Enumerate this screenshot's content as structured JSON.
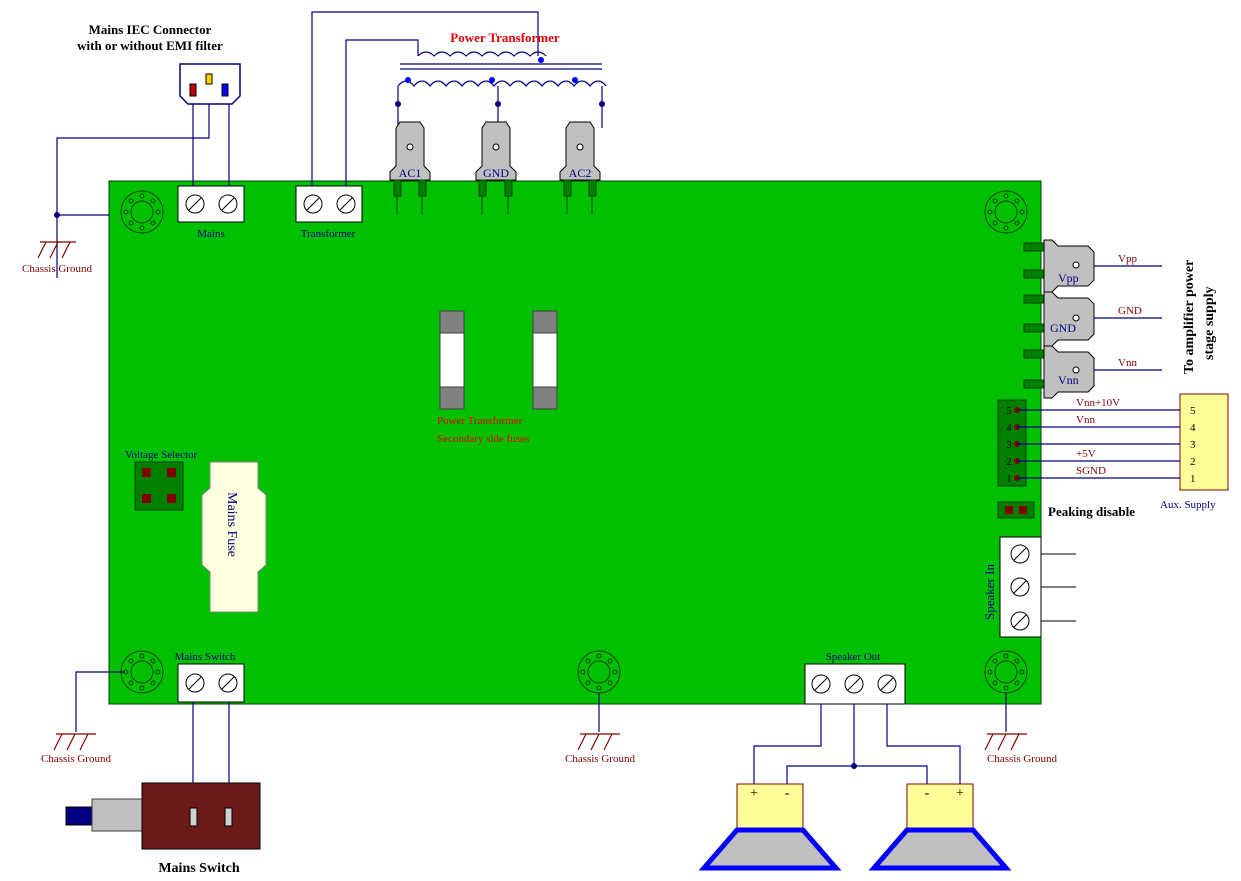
{
  "labels": {
    "iec_title_1": "Mains IEC Connector",
    "iec_title_2": "with or without EMI filter",
    "power_transformer": "Power Transformer",
    "mains_terminal": "Mains",
    "transformer_terminal": "Transformer",
    "ac1": "AC1",
    "gnd_top": "GND",
    "ac2": "AC2",
    "chassis_ground": "Chassis Ground",
    "vpp_tab": "Vpp",
    "gnd_tab": "GND",
    "vnn_tab": "Vnn",
    "vpp_wire": "Vpp",
    "gnd_wire": "GND",
    "vnn_wire": "Vnn",
    "to_amp_1": "To amplifier power",
    "to_amp_2": "stage supply",
    "fuses_1": "Power Transformer",
    "fuses_2": "Secondary side fuses",
    "voltage_selector": "Voltage Selector",
    "mains_fuse": "Mains Fuse",
    "aux_pins": [
      "5",
      "4",
      "3",
      "2",
      "1"
    ],
    "aux_wires": [
      "Vnn+10V",
      "Vnn",
      "",
      "+5V",
      "SGND"
    ],
    "aux_conn_pins": [
      "5",
      "4",
      "3",
      "2",
      "1"
    ],
    "aux_supply": "Aux. Supply",
    "peaking_disable": "Peaking disable",
    "speaker_in": "Speaker In",
    "mains_switch_label": "Mains Switch",
    "speaker_out": "Speaker Out",
    "mains_switch_title": "Mains Switch",
    "plus": "+",
    "minus": "-"
  },
  "colors": {
    "pcb": "#00c000",
    "wire": "#000080",
    "dark_red": "#800000",
    "red": "#e00000",
    "grey": "#c0c0c0",
    "cream": "#ffffe0",
    "speaker_blue": "#0000ff",
    "yellow": "#ffff99"
  }
}
